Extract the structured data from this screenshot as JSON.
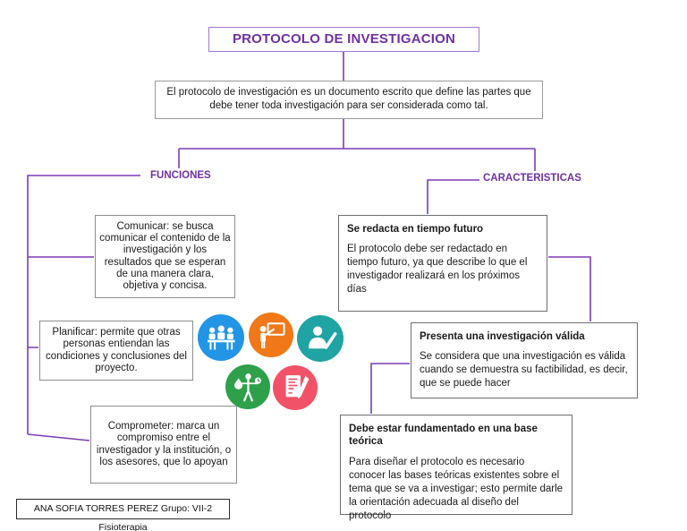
{
  "title": "PROTOCOLO DE INVESTIGACION",
  "description": "El protocolo de investigación es un documento escrito que define las partes que debe tener toda investigación para ser considerada como tal.",
  "branches": {
    "left_label": "FUNCIONES",
    "right_label": "CARACTERISTICAS"
  },
  "funciones": [
    {
      "text": "Comunicar: se busca comunicar el contenido de la investigación y los resultados que se esperan de una manera clara, objetiva y concisa."
    },
    {
      "text": "Planificar: permite que otras personas entiendan las condiciones y conclusiones del proyecto."
    },
    {
      "text": "Comprometer: marca un compromiso entre el investigador y la institución, o los asesores, que lo apoyan"
    }
  ],
  "caracteristicas": [
    {
      "title": "Se redacta en tiempo futuro",
      "body": "El protocolo debe ser redactado en tiempo futuro, ya que describe lo que el investigador realizará en los próximos días"
    },
    {
      "title": "Presenta una investigación válida",
      "body": "Se considera que una investigación es válida cuando se demuestra su factibilidad, es decir, que se puede hacer"
    },
    {
      "title": "Debe estar fundamentado en una base teórica",
      "body": "Para diseñar el protocolo es necesario conocer las bases teóricas existentes sobre el tema que se va a investigar; esto permite darle la orientación adecuada al diseño del protocolo"
    }
  ],
  "footer": "ANA SOFIA TORRES PEREZ Grupo: VII-2 Fisioterapia",
  "icons": {
    "meeting": {
      "label": "meeting-icon",
      "color": "#2395e7"
    },
    "present": {
      "label": "presentation-icon",
      "color": "#f07818"
    },
    "check": {
      "label": "person-check-icon",
      "color": "#1fa3a3"
    },
    "balance": {
      "label": "balance-money-time-icon",
      "color": "#2ea04a"
    },
    "document": {
      "label": "document-pencil-icon",
      "color": "#f25268"
    }
  },
  "colors": {
    "accent_purple": "#7030a0",
    "connector_purple": "#7d3cb5"
  }
}
